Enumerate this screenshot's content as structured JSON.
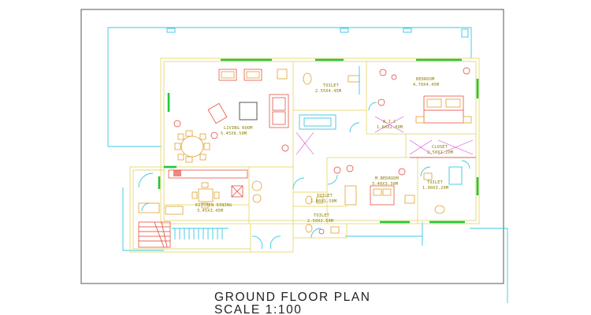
{
  "drawing": {
    "title": "GROUND FLOOR PLAN",
    "scale": "SCALE 1:100"
  },
  "rooms": {
    "toilet_a": {
      "name": "TOILET",
      "size": "2.55X4.45M"
    },
    "bedroom": {
      "name": "BEDROOM",
      "size": "4.70X4.45M"
    },
    "living": {
      "name": "LIVING ROOM",
      "size": "5.45X6.50M"
    },
    "wic": {
      "name": "W.I.C",
      "size": "1.60X2.00M"
    },
    "closet": {
      "name": "CLOSET",
      "size": "2.50X2.20M"
    },
    "mbedroom": {
      "name": "M.BEDROOM",
      "size": "3.40X3.30M"
    },
    "toilet_b": {
      "name": "TOILET",
      "size": "1.90X3.20M"
    },
    "toilet_c": {
      "name": "TOILET",
      "size": "1.80X1.50M"
    },
    "kitchen": {
      "name": "KITCHEN DINING",
      "size": "3.45X3.45M"
    },
    "toilet_d": {
      "name": "TOILET",
      "size": "2.50X2.50M"
    }
  },
  "colors": {
    "wall": "#e8dc7a",
    "window": "#1ec83c",
    "terrace_outline": "#38c8e0",
    "furniture": "#e03a2a",
    "fixtures": "#e2a02a",
    "frame": "#444444"
  }
}
